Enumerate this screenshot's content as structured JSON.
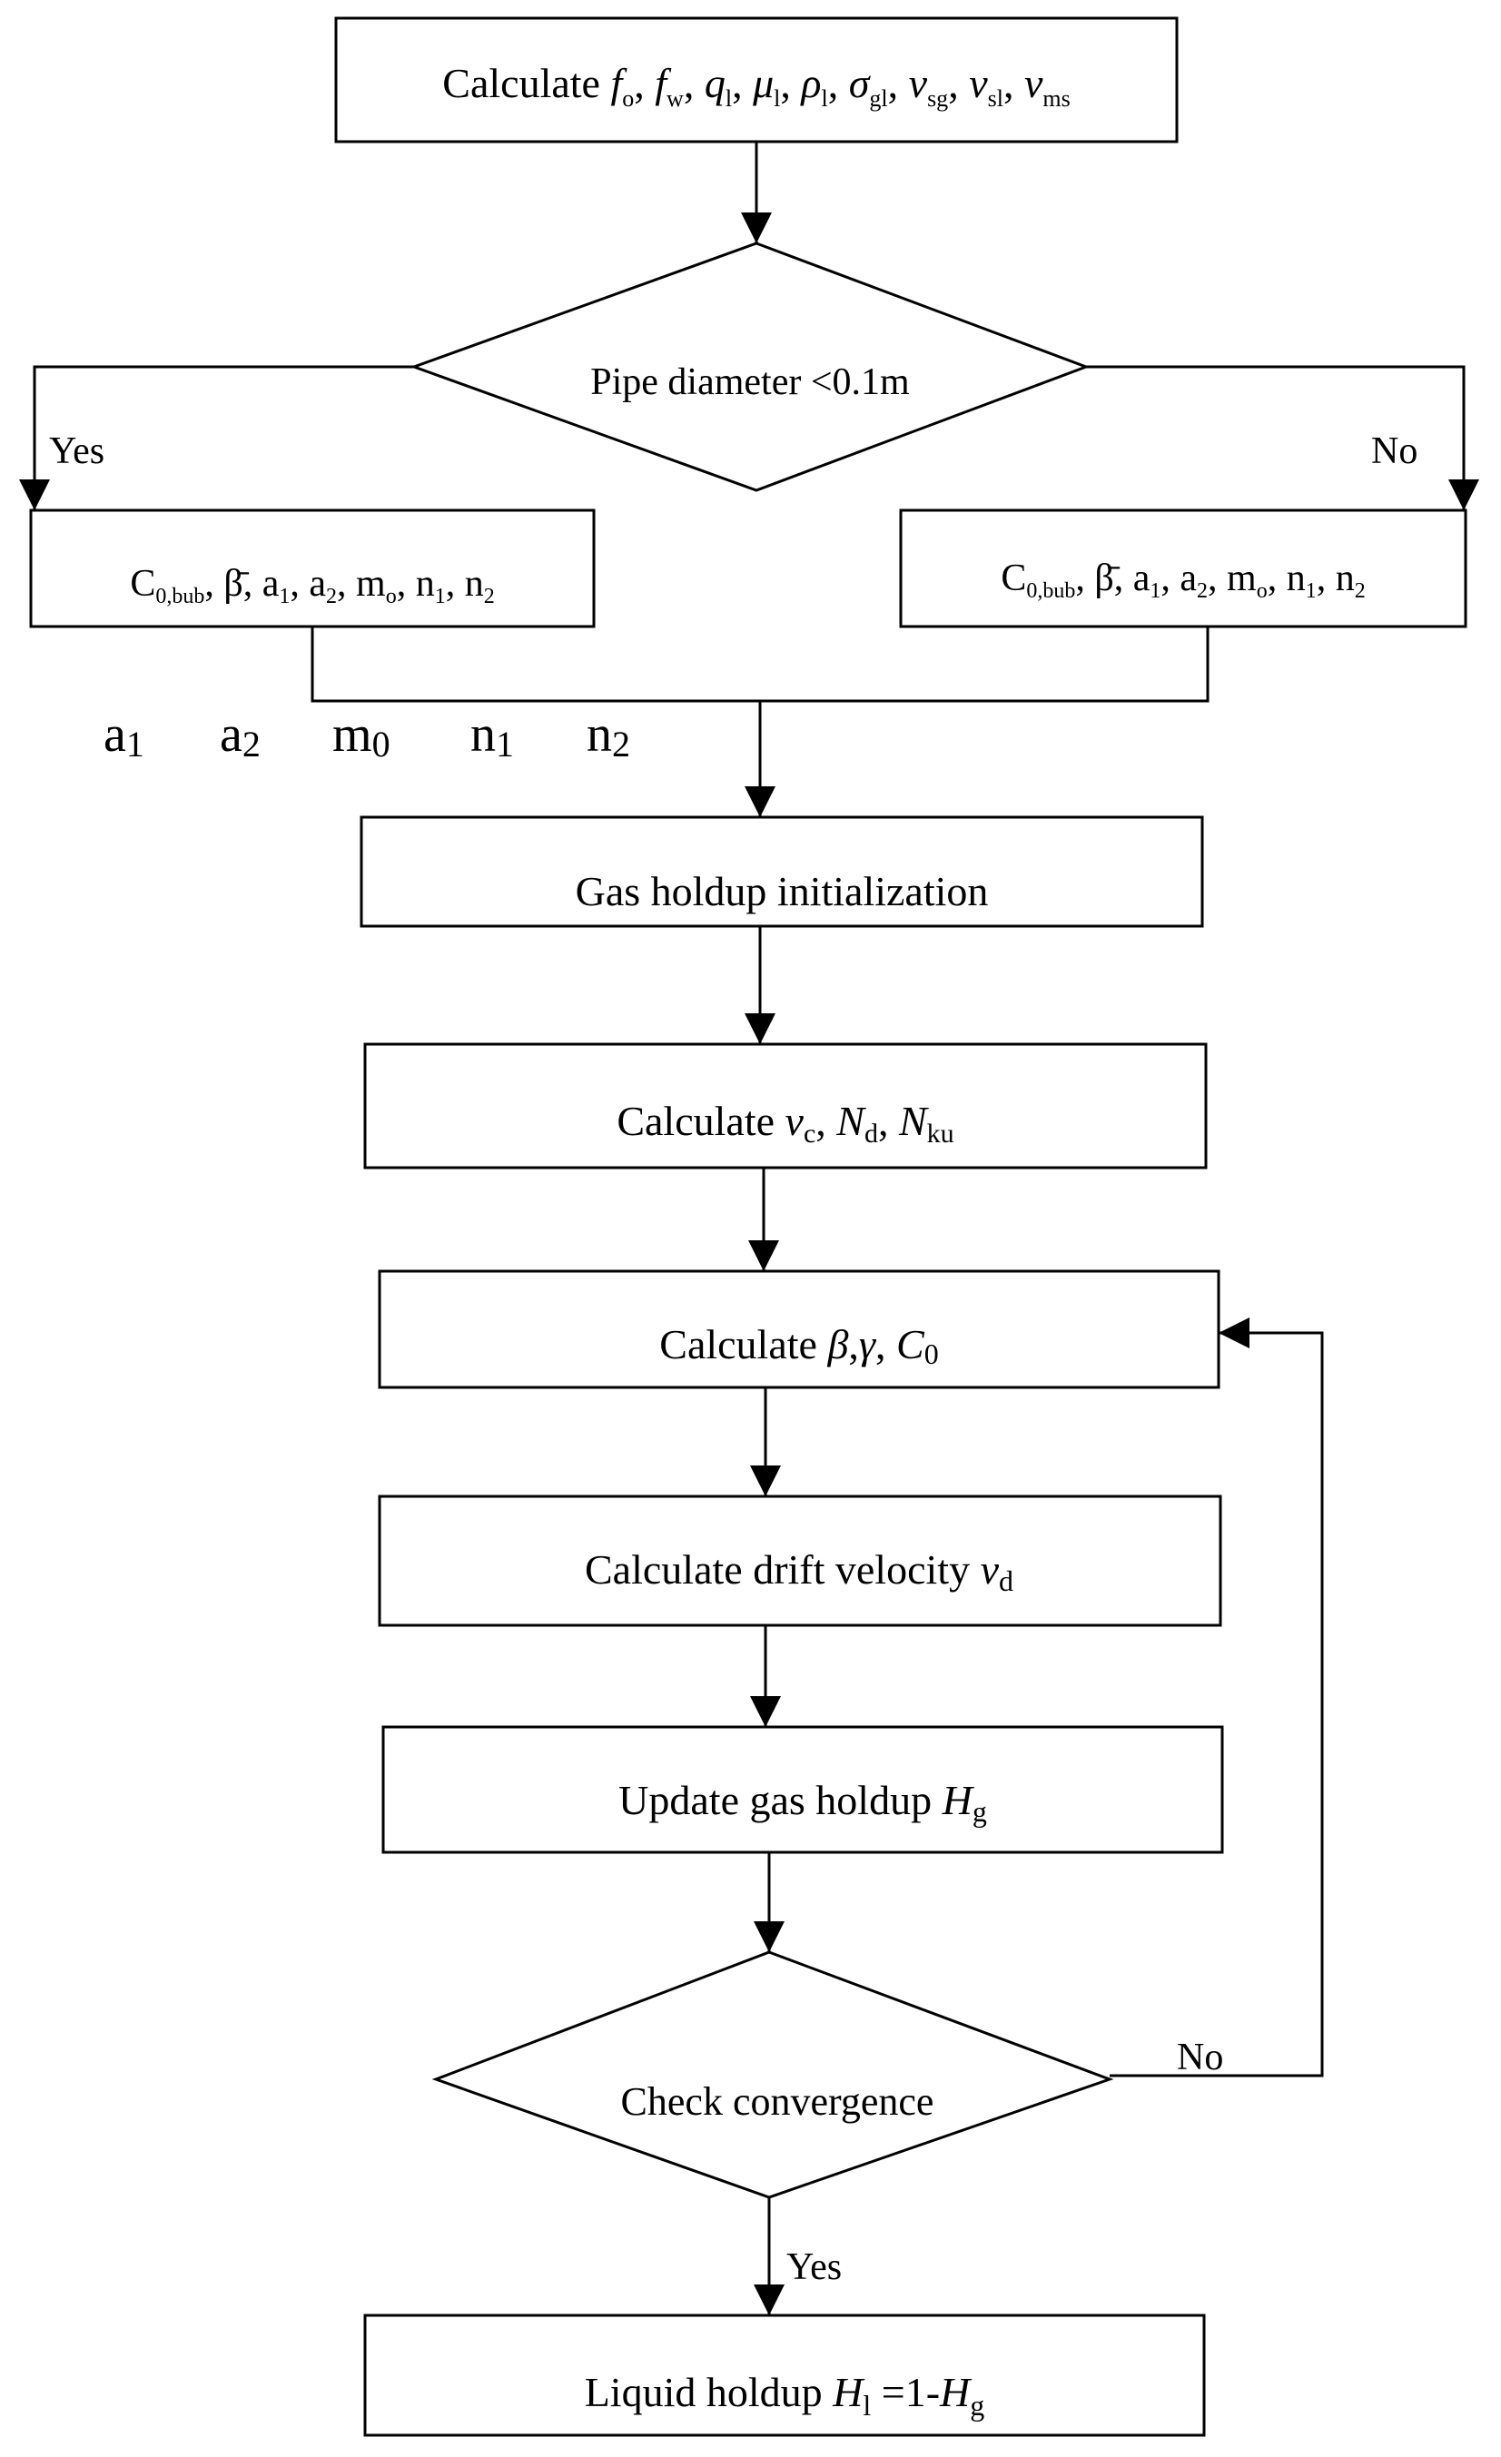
{
  "nodes": {
    "calc_inputs": {
      "prefix": "Calculate ",
      "vars": [
        {
          "sym": "f",
          "sub": "o",
          "italic": true
        },
        {
          "sym": "f",
          "sub": "w",
          "italic": true
        },
        {
          "sym": "q",
          "sub": "l",
          "italic": true
        },
        {
          "sym": "μ",
          "sub": "l",
          "italic": true
        },
        {
          "sym": "ρ",
          "sub": "l",
          "italic": true
        },
        {
          "sym": "σ",
          "sub": "gl",
          "italic": true
        },
        {
          "sym": "v",
          "sub": "sg",
          "italic": true
        },
        {
          "sym": "v",
          "sub": "sl",
          "italic": true
        },
        {
          "sym": "v",
          "sub": "ms",
          "italic": true
        }
      ]
    },
    "pipe_decision": {
      "label": "Pipe diameter <0.1m"
    },
    "branch_yes": "Yes",
    "branch_no": "No",
    "params_small": {
      "c0": "C",
      "c0_sub": "0,bub",
      "beta": "β̄",
      "rest": [
        "a",
        "a",
        "m",
        "n",
        "n"
      ],
      "rest_subs": [
        "1",
        "2",
        "o",
        "1",
        "2"
      ]
    },
    "params_large": {
      "c0": "C",
      "c0_sub": "0,bub",
      "beta": "β̄",
      "rest": [
        "a",
        "a",
        "m",
        "n",
        "n"
      ],
      "rest_subs": [
        "1",
        "2",
        "o",
        "1",
        "2"
      ]
    },
    "merged_params": [
      {
        "sym": "a",
        "sub": "1"
      },
      {
        "sym": "a",
        "sub": "2"
      },
      {
        "sym": "m",
        "sub": "0"
      },
      {
        "sym": "n",
        "sub": "1"
      },
      {
        "sym": "n",
        "sub": "2"
      }
    ],
    "gas_init": {
      "label": "Gas holdup initialization"
    },
    "calc_vc": {
      "prefix": "Calculate ",
      "vars": [
        {
          "sym": "v",
          "sub": "c"
        },
        {
          "sym": "N",
          "sub": "d"
        },
        {
          "sym": "N",
          "sub": "ku"
        }
      ]
    },
    "calc_beta": {
      "prefix": "Calculate ",
      "beta": "β",
      "gamma": "γ",
      "c": "C",
      "c_sub": "0"
    },
    "calc_drift": {
      "prefix": "Calculate drift velocity ",
      "sym": "v",
      "sub": "d"
    },
    "update_gas": {
      "prefix": "Update gas holdup ",
      "sym": "H",
      "sub": "g"
    },
    "check_conv": {
      "label": "Check convergence"
    },
    "conv_no": "No",
    "conv_yes": "Yes",
    "liquid_holdup": {
      "prefix": "Liquid holdup ",
      "sym": "H",
      "sub": "l",
      "mid": " =1-",
      "sym2": "H",
      "sub2": "g"
    }
  }
}
